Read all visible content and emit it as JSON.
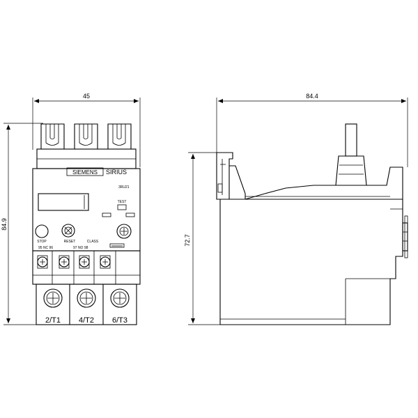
{
  "dimensions": {
    "front_width": "45",
    "front_height": "84.9",
    "side_width": "84.4",
    "side_height": "72.7"
  },
  "front_view": {
    "brand_left": "SIEMENS",
    "brand_right": "SIRIUS",
    "model_code": "3RU21",
    "test_label": "TEST",
    "stop_label": "STOP",
    "reset_label": "RESET",
    "class_label": "CLASS",
    "contact_nc": "95  NC  96",
    "contact_no": "97  NO  98",
    "terminals": [
      "2/T1",
      "4/T2",
      "6/T3"
    ]
  }
}
